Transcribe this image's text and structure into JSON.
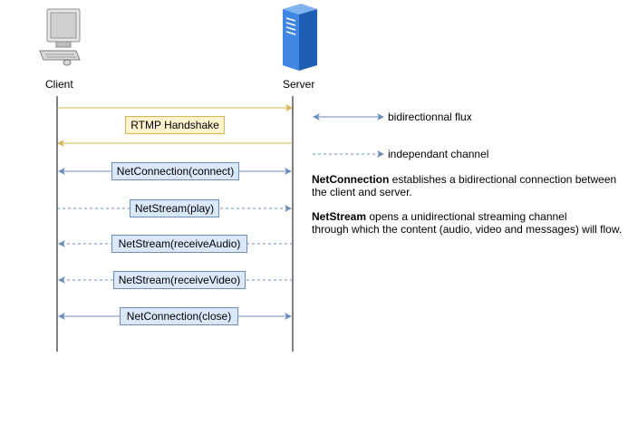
{
  "actors": {
    "client": "Client",
    "server": "Server"
  },
  "messages": [
    {
      "label": "RTMP Handshake",
      "style": "handshake"
    },
    {
      "label": "NetConnection(connect)",
      "style": "solid-bidirectional"
    },
    {
      "label": "NetStream(play)",
      "style": "dashed-to-server"
    },
    {
      "label": "NetStream(receiveAudio)",
      "style": "dashed-to-client"
    },
    {
      "label": "NetStream(receiveVideo)",
      "style": "dashed-to-client"
    },
    {
      "label": "NetConnection(close)",
      "style": "solid-bidirectional"
    }
  ],
  "legend": {
    "bidirectional": "bidirectionnal flux",
    "independent": "independant channel"
  },
  "notes": {
    "netconnection": {
      "term": "NetConnection",
      "text": " establishes a bidirectional connection between the client and server."
    },
    "netstream": {
      "term": "NetStream",
      "line1": " opens a unidirectional streaming channel",
      "line2": "through which the content (audio, video and messages) will flow."
    }
  },
  "colors": {
    "handshake_arrow": "#d6b656",
    "message_arrow": "#6c8ebf",
    "lifeline": "#000000"
  }
}
